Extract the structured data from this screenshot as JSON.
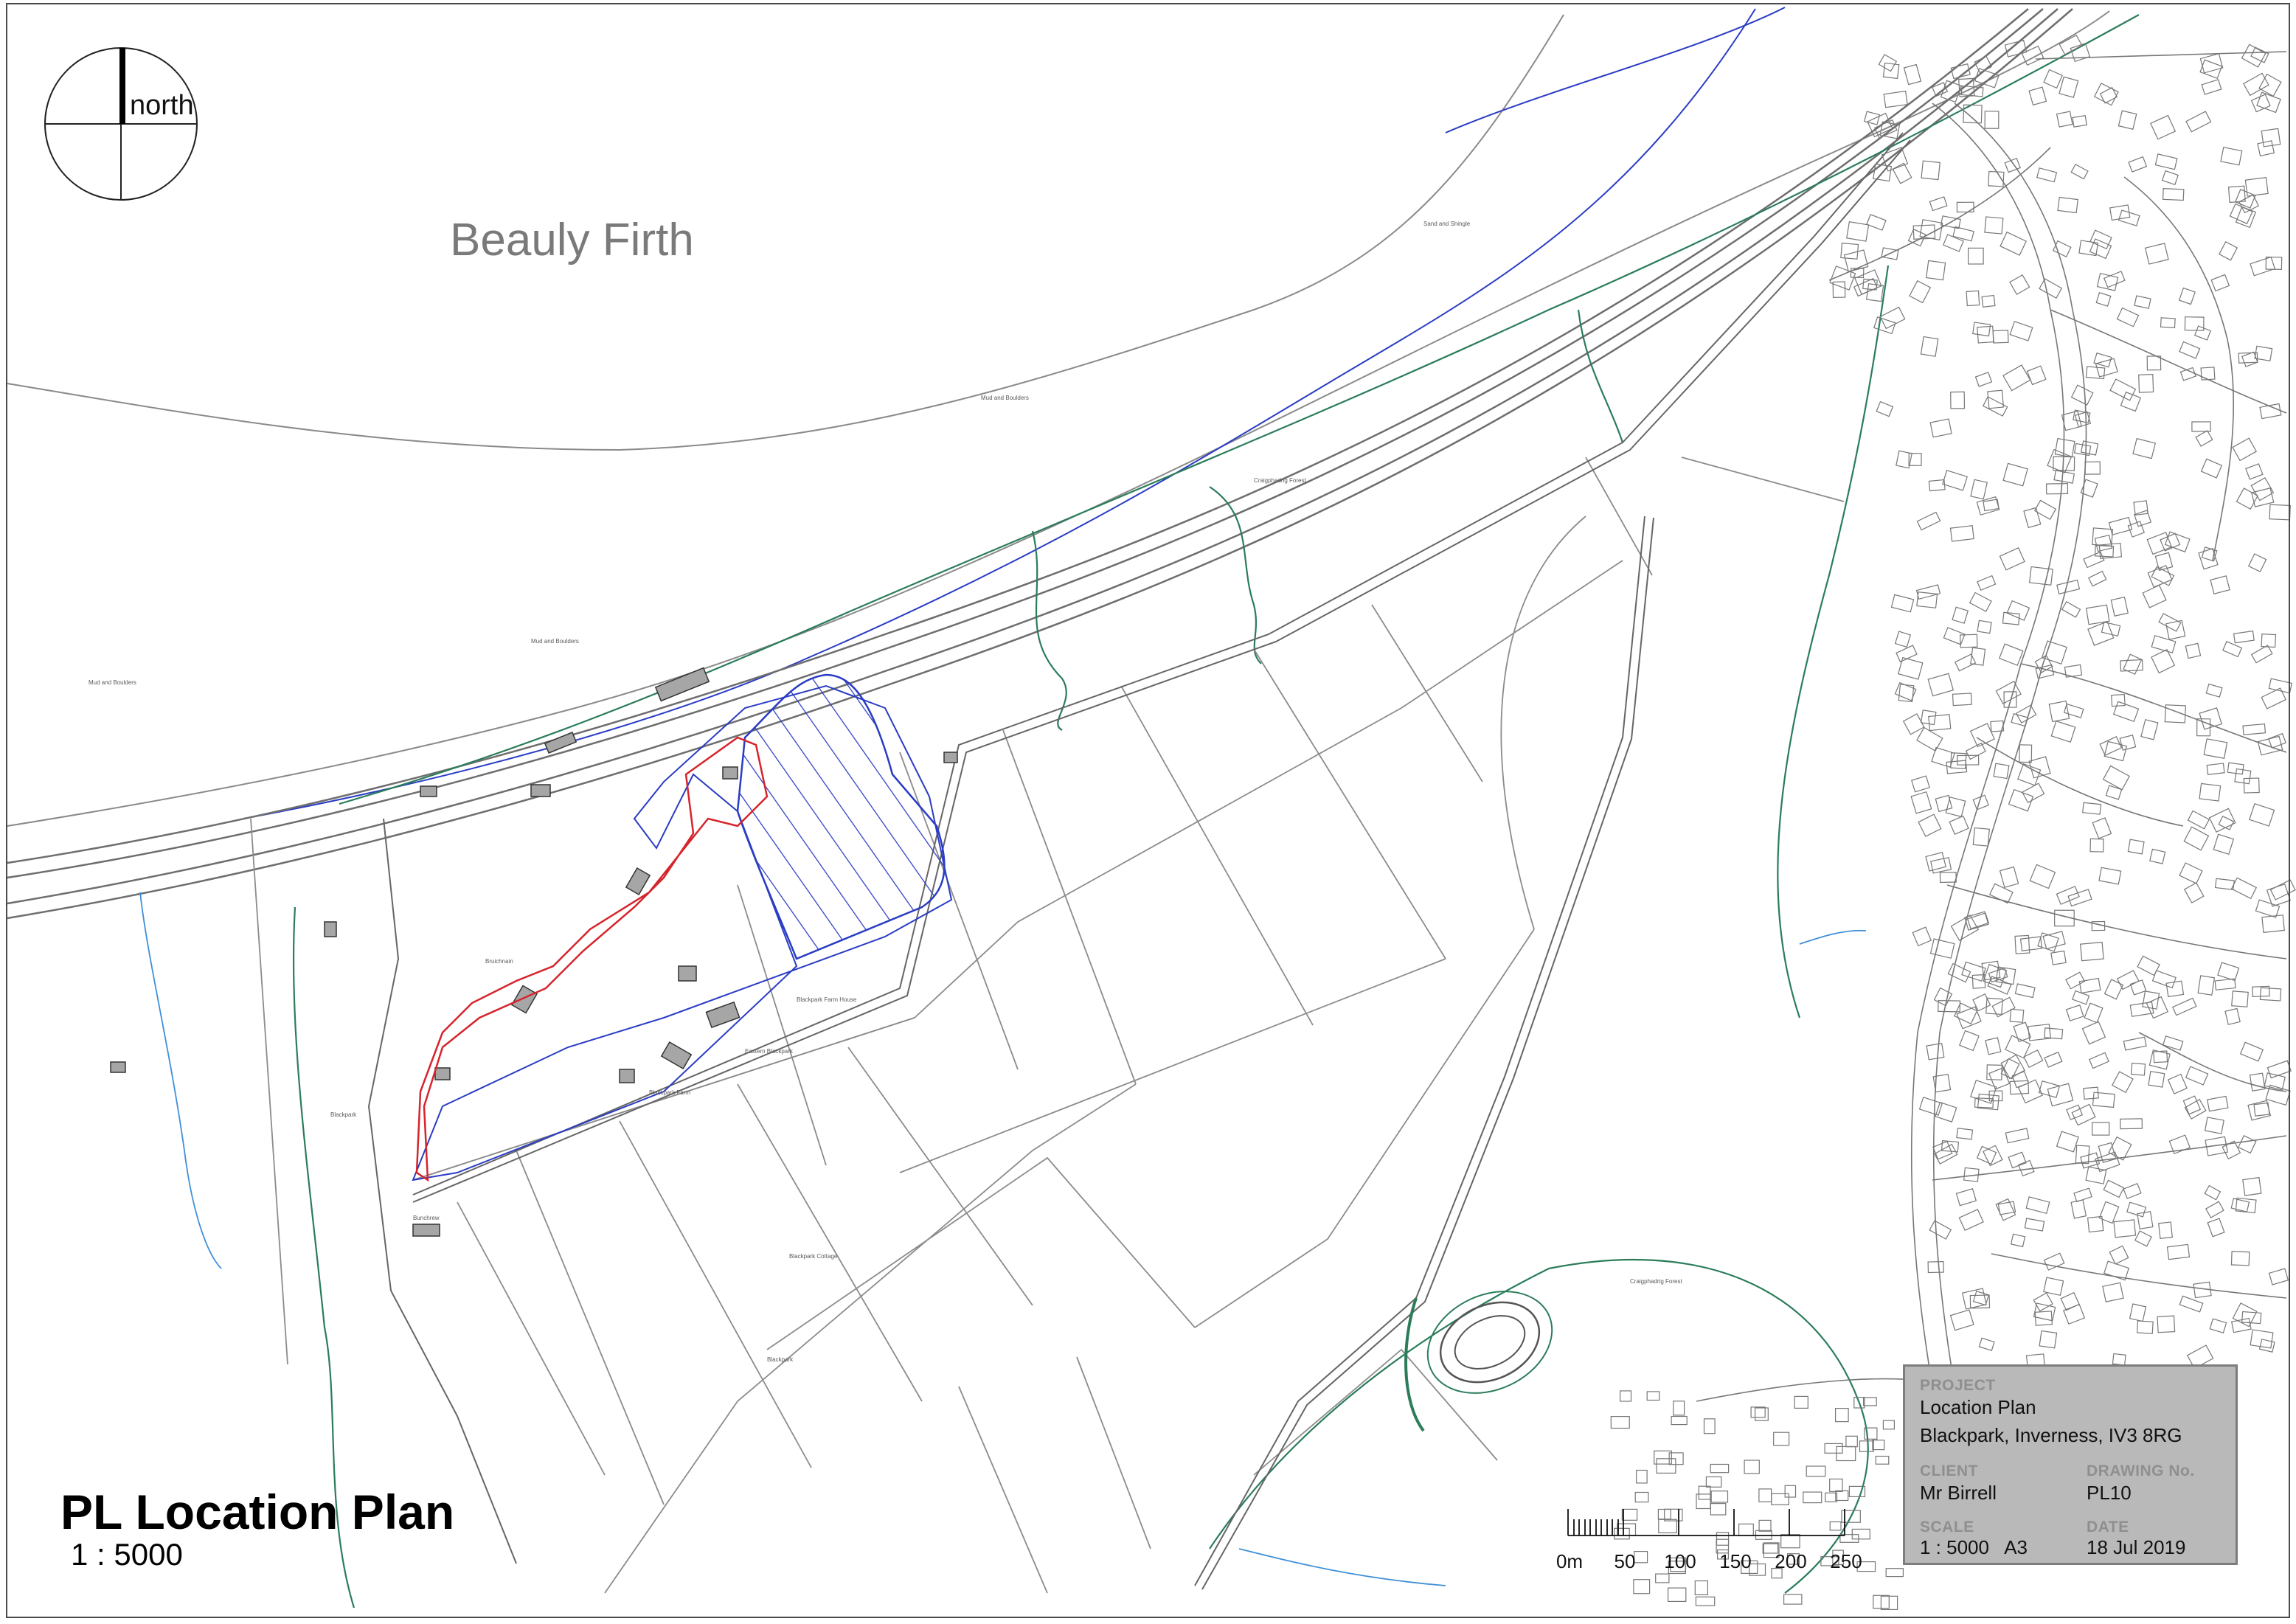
{
  "map": {
    "water_label": "Beauly Firth",
    "north_label": "north",
    "place_labels": [
      {
        "id": "mud-boulders-1",
        "text": "Mud and Boulders"
      },
      {
        "id": "mud-boulders-2",
        "text": "Mud and Boulders"
      },
      {
        "id": "mud-boulders-3",
        "text": "Mud and Boulders"
      },
      {
        "id": "sand-shingle",
        "text": "Sand and Shingle"
      },
      {
        "id": "craigphadrig-forest-1",
        "text": "Craigphadrig Forest"
      },
      {
        "id": "craigphadrig-forest-2",
        "text": "Craigphadrig Forest"
      },
      {
        "id": "blackpark-1",
        "text": "Blackpark"
      },
      {
        "id": "blackpark-2",
        "text": "Blackpark"
      },
      {
        "id": "eastern-blackpark",
        "text": "Eastern Blackpark"
      },
      {
        "id": "blackpark-farm",
        "text": "Blackpark Farm"
      },
      {
        "id": "blackpark-farm-house",
        "text": "Blackpark Farm House"
      },
      {
        "id": "blackpark-cottage",
        "text": "Blackpark Cottage"
      },
      {
        "id": "bruichnain",
        "text": "Bruichnain"
      },
      {
        "id": "bunchrew",
        "text": "Bunchrew"
      }
    ]
  },
  "plan": {
    "title": "PL Location Plan",
    "scale": "1 : 5000"
  },
  "scale_bar": {
    "labels": [
      "0m",
      "50",
      "100",
      "150",
      "200",
      "250"
    ]
  },
  "title_block": {
    "project_caption": "PROJECT",
    "project_line1": "Location Plan",
    "project_line2": "Blackpark, Inverness, IV3 8RG",
    "client_caption": "CLIENT",
    "client_value": "Mr Birrell",
    "drawing_caption": "DRAWING No.",
    "drawing_value": "PL10",
    "scale_caption": "SCALE",
    "scale_value": "1 : 5000   A3",
    "date_caption": "DATE",
    "date_value": "18 Jul 2019"
  },
  "colors": {
    "site_boundary": "#d6242c",
    "ownership_boundary": "#2a3cc4",
    "woodland_edge": "#2b7d5a",
    "watercourse": "#3f8fd8",
    "linework": "#7a7a7a",
    "title_block_fill": "#b9b9b9"
  }
}
